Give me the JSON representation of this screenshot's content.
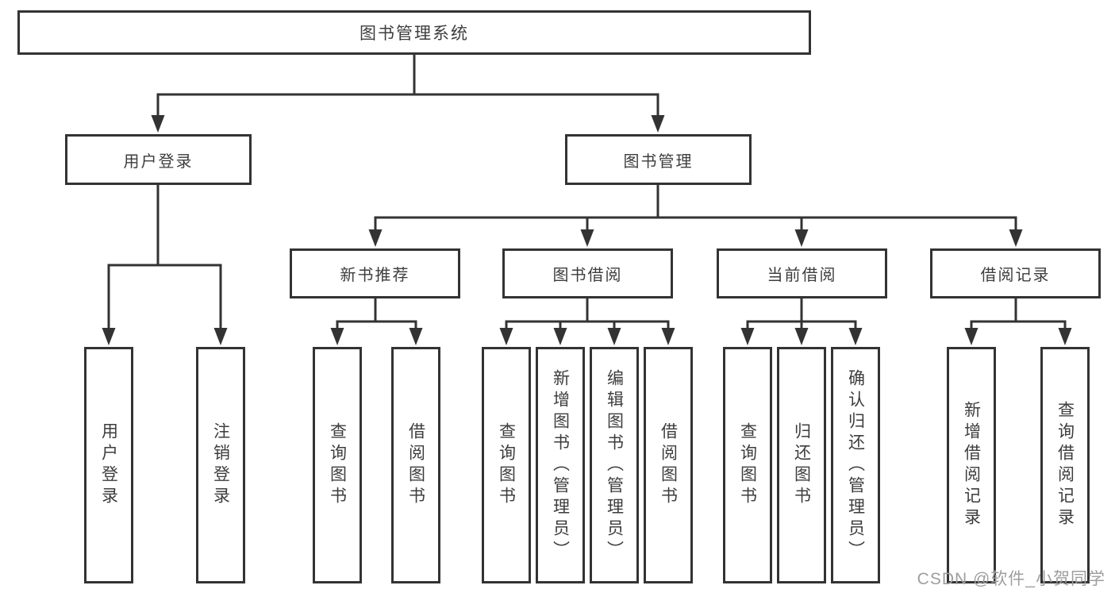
{
  "title": "图书管理系统",
  "tree": {
    "root": {
      "label": "图书管理系统"
    },
    "branches": [
      {
        "label": "用户登录",
        "children": [
          {
            "label": "用户登录"
          },
          {
            "label": "注销登录"
          }
        ]
      },
      {
        "label": "图书管理",
        "sections": [
          {
            "label": "新书推荐",
            "children": [
              {
                "label": "查询图书"
              },
              {
                "label": "借阅图书"
              }
            ]
          },
          {
            "label": "图书借阅",
            "children": [
              {
                "label": "查询图书"
              },
              {
                "label": "新增图书（管理员）"
              },
              {
                "label": "编辑图书（管理员）"
              },
              {
                "label": "借阅图书"
              }
            ]
          },
          {
            "label": "当前借阅",
            "children": [
              {
                "label": "查询图书"
              },
              {
                "label": "归还图书"
              },
              {
                "label": "确认归还（管理员）"
              }
            ]
          },
          {
            "label": "借阅记录",
            "children": [
              {
                "label": "新增借阅记录"
              },
              {
                "label": "查询借阅记录"
              }
            ]
          }
        ]
      }
    ]
  },
  "watermark": "CSDN @软件_小贺同学",
  "colors": {
    "line": "#333333",
    "text": "#3d3d3d",
    "watermark": "#9e9e9e",
    "background": "#ffffff"
  }
}
